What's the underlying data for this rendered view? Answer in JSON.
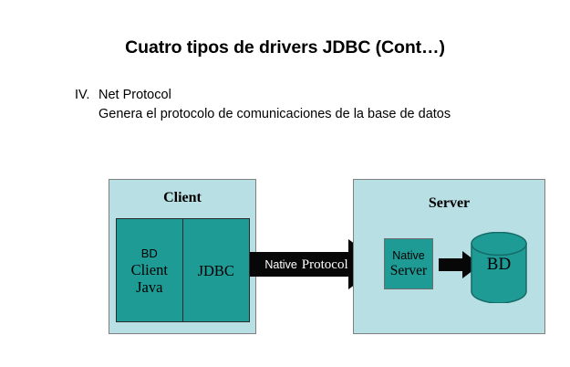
{
  "slide": {
    "title": "Cuatro tipos de drivers JDBC (Cont…)",
    "body": {
      "numeral": "IV.",
      "heading": "Net Protocol",
      "description": "Genera el protocolo de comunicaciones de la base de datos"
    }
  },
  "diagram": {
    "client_panel": {
      "title": "Client",
      "left_cell": {
        "line1": "BD",
        "line2": "Client",
        "line3": "Java"
      },
      "right_cell": {
        "label": "JDBC"
      }
    },
    "connection": {
      "label_part1": "Native",
      "label_part2": "Protocol"
    },
    "server_panel": {
      "title": "Server",
      "native_server": {
        "line1": "Native",
        "line2": "Server"
      },
      "database": {
        "label": "BD"
      }
    }
  },
  "colors": {
    "panel_fill": "#b8dfe3",
    "component_fill": "#1f9b96",
    "arrow_fill": "#000000",
    "text": "#000000",
    "arrow_label_text": "#ffffff"
  }
}
